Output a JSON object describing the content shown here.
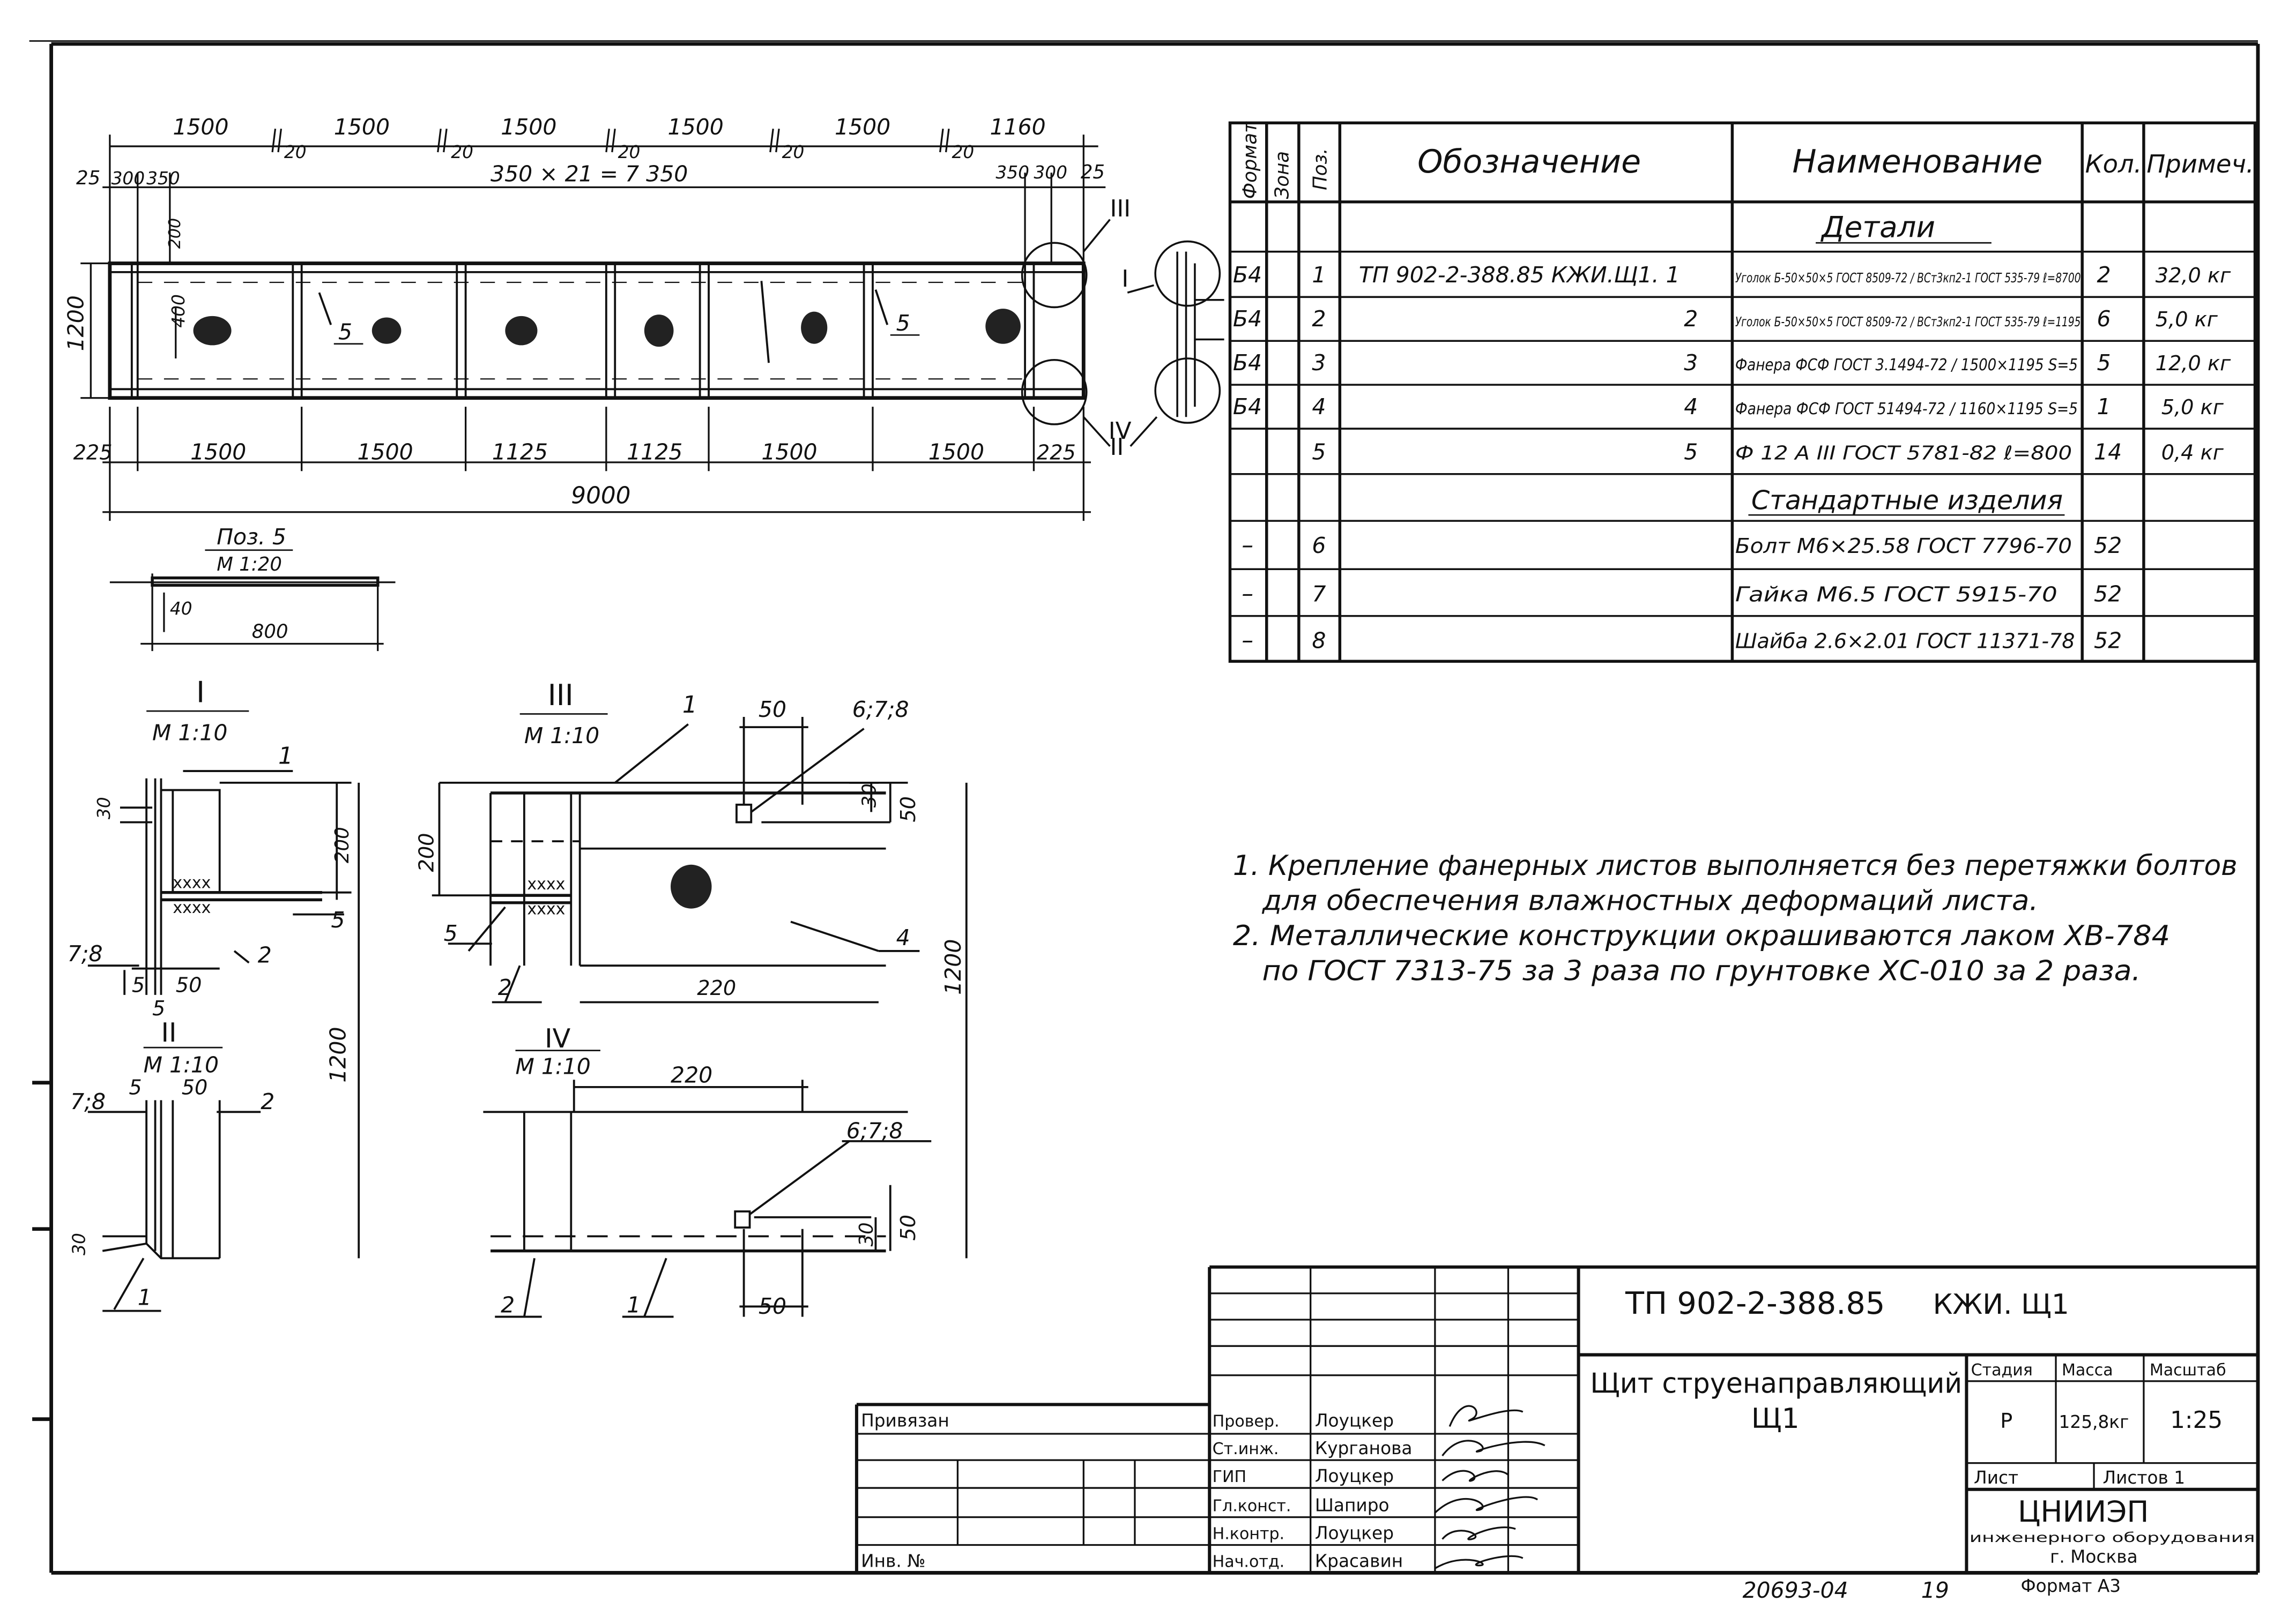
{
  "drawing": {
    "top_dimensions": [
      "1500",
      "1500",
      "1500",
      "1500",
      "1500",
      "1160"
    ],
    "gap_labels": [
      "20",
      "20",
      "20",
      "20",
      "20"
    ],
    "left_small": [
      "25",
      "300",
      "350"
    ],
    "span_formula": "350 × 21 = 7 350",
    "right_small": [
      "350",
      "300",
      "25"
    ],
    "height_main": "1200",
    "h200": "200",
    "h400": "400",
    "callout_5": "5",
    "bottom_dims": [
      "225",
      "1500",
      "1500",
      "1125",
      "1125",
      "1500",
      "1500",
      "225"
    ],
    "total_length": "9000",
    "roman": [
      "I",
      "II",
      "III",
      "IV"
    ]
  },
  "detail_pos5": {
    "title": "Поз. 5",
    "scale": "М 1:20",
    "d40": "40",
    "length": "800"
  },
  "detail_I": {
    "title": "I",
    "scale": "М 1:10",
    "labels": [
      "1",
      "30",
      "200",
      "5",
      "2",
      "7;8",
      "5",
      "50",
      "5",
      "1200"
    ]
  },
  "detail_II": {
    "title": "II",
    "scale": "М 1:10",
    "labels": [
      "5",
      "50",
      "7;8",
      "2",
      "30",
      "1"
    ]
  },
  "detail_III": {
    "title": "III",
    "scale": "М 1:10",
    "labels": [
      "1",
      "50",
      "6;7;8",
      "200",
      "30",
      "50",
      "5",
      "2",
      "220",
      "4",
      "1200"
    ]
  },
  "detail_IV": {
    "title": "IV",
    "scale": "М 1:10",
    "labels": [
      "220",
      "6;7;8",
      "30",
      "50",
      "2",
      "1",
      "50"
    ]
  },
  "spec": {
    "headers": [
      "Формат",
      "Зона",
      "Поз.",
      "Обозначение",
      "Наименование",
      "Кол.",
      "Примеч."
    ],
    "section_details": "Детали",
    "section_standard": "Стандартные изделия",
    "rows": [
      {
        "fmt": "Б4",
        "pos": "1",
        "designation": "ТП 902-2-388.85 КЖИ.Щ1. 1",
        "name": "Уголок Б-50×50×5 ГОСТ 8509-72 / ВСт3кп2-1 ГОСТ 535-79 ℓ=8700",
        "qty": "2",
        "note": "32,0 кг"
      },
      {
        "fmt": "Б4",
        "pos": "2",
        "designation": "2",
        "name": "Уголок Б-50×50×5 ГОСТ 8509-72 / ВСт3кп2-1 ГОСТ 535-79 ℓ=1195",
        "qty": "6",
        "note": "5,0 кг"
      },
      {
        "fmt": "Б4",
        "pos": "3",
        "designation": "3",
        "name": "Фанера ФСФ ГОСТ 3.1494-72 / 1500×1195 S=5",
        "qty": "5",
        "note": "12,0 кг"
      },
      {
        "fmt": "Б4",
        "pos": "4",
        "designation": "4",
        "name": "Фанера ФСФ ГОСТ 51494-72 / 1160×1195 S=5",
        "qty": "1",
        "note": "5,0 кг"
      },
      {
        "fmt": "",
        "pos": "5",
        "designation": "5",
        "name": "Ф 12 А III ГОСТ 5781-82 ℓ=800",
        "qty": "14",
        "note": "0,4 кг"
      },
      {
        "fmt": "–",
        "pos": "6",
        "designation": "",
        "name": "Болт М6×25.58 ГОСТ 7796-70",
        "qty": "52",
        "note": ""
      },
      {
        "fmt": "–",
        "pos": "7",
        "designation": "",
        "name": "Гайка М6.5 ГОСТ 5915-70",
        "qty": "52",
        "note": ""
      },
      {
        "fmt": "–",
        "pos": "8",
        "designation": "",
        "name": "Шайба 2.6×2.01 ГОСТ 11371-78",
        "qty": "52",
        "note": ""
      }
    ]
  },
  "notes": [
    "1. Крепление фанерных листов выполняется без перетяжки болтов",
    "для обеспечения влажностных деформаций листа.",
    "2. Металлические конструкции окрашиваются лаком ХВ-784",
    "по ГОСТ 7313-75 за 3 раза по грунтовке ХС-010 за 2 раза."
  ],
  "title_block": {
    "code": "ТП 902-2-388.85",
    "mark": "КЖИ. Щ1",
    "name": "Щит струенаправляющий",
    "name2": "Щ1",
    "stage_h": "Стадия",
    "mass_h": "Масса",
    "scale_h": "Масштаб",
    "stage": "Р",
    "mass": "125,8кг",
    "scale": "1:25",
    "sheet": "Лист",
    "sheets": "Листов 1",
    "org": "ЦНИИЭП",
    "org2": "инженерного оборудования",
    "org3": "г. Москва",
    "bound": "Привязан",
    "inv": "Инв. №",
    "roles": [
      "Провер.",
      "Ст.инж.",
      "ГИП",
      "Гл.конст.",
      "Н.контр.",
      "Нач.отд."
    ],
    "names": [
      "Лоуцкер",
      "Курганова",
      "Лоуцкер",
      "Шапиро",
      "Лоуцкер",
      "Красавин"
    ],
    "format": "Формат А3",
    "doc_no": "20693-04",
    "page_no": "19"
  }
}
